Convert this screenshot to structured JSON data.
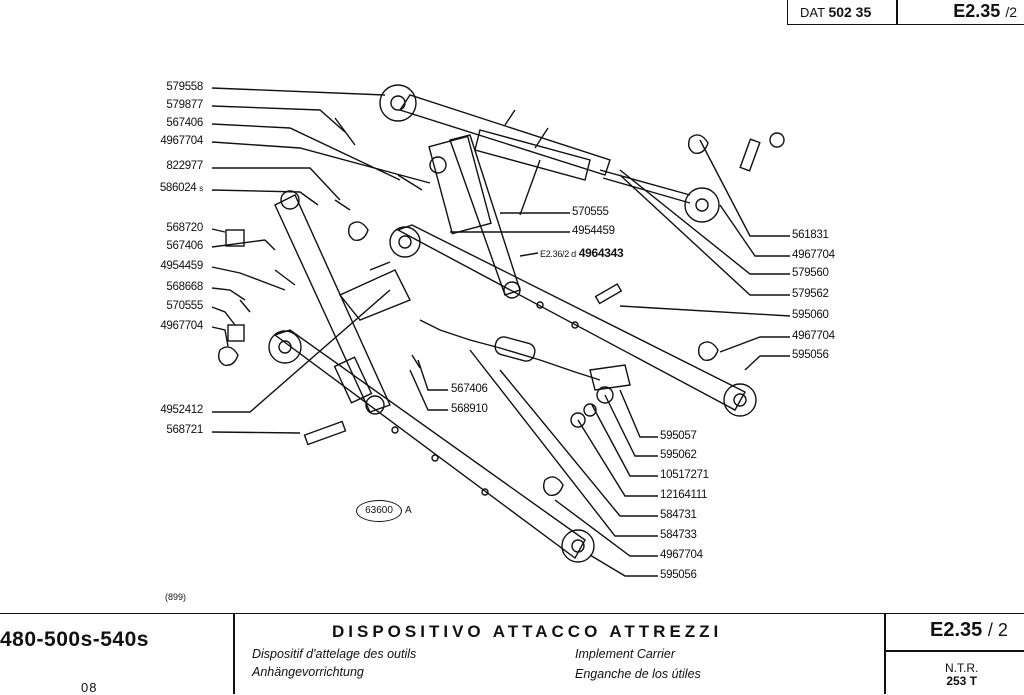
{
  "header": {
    "dat_prefix": "DAT",
    "dat_number": "502 35",
    "ref_main": "E2.35",
    "ref_page": "/2"
  },
  "left_labels": [
    "579558",
    "579877",
    "567406",
    "4967704",
    "822977",
    "586024",
    "568720",
    "567406",
    "4954459",
    "568668",
    "570555",
    "4967704",
    "4952412",
    "568721"
  ],
  "left_suffix_586024": "s",
  "center_labels": {
    "c1": "570555",
    "c2": "4954459",
    "c3_prefix": "E2.36/2 d",
    "c3_number": "4964343",
    "c4": "567406",
    "c5": "568910"
  },
  "right_labels": [
    "561831",
    "4967704",
    "579560",
    "579562",
    "595060",
    "4967704",
    "595056"
  ],
  "bottom_labels": [
    "595057",
    "595062",
    "10517271",
    "12164111",
    "584731",
    "584733",
    "4967704",
    "595056"
  ],
  "oval_number": "63600",
  "oval_suffix": "A",
  "code": "(899)",
  "footer": {
    "model": "480-500s-540s",
    "series": "08",
    "title": "DISPOSITIVO ATTACCO ATTREZZI",
    "fr": "Dispositif d'attelage des outils",
    "de": "Anhängevorrichtung",
    "en": "Implement Carrier",
    "es": "Enganche de los útiles",
    "ref_main": "E2.35",
    "ref_page": "/ 2",
    "ntr_line1": "N.T.R.",
    "ntr_line2": "253 T"
  }
}
